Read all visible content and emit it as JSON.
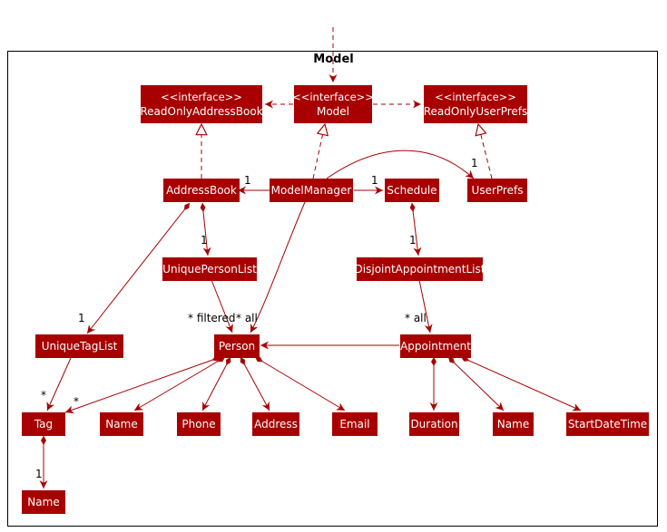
{
  "package": {
    "title": "Model"
  },
  "interfaces": {
    "read_only_address_book": {
      "stereotype": "<<interface>>",
      "name": "ReadOnlyAddressBook"
    },
    "model": {
      "stereotype": "<<interface>>",
      "name": "Model"
    },
    "read_only_user_prefs": {
      "stereotype": "<<interface>>",
      "name": "ReadOnlyUserPrefs"
    }
  },
  "classes": {
    "address_book": "AddressBook",
    "model_manager": "ModelManager",
    "schedule": "Schedule",
    "user_prefs": "UserPrefs",
    "unique_person_list": "UniquePersonList",
    "disjoint_appointment_list": "DisjointAppointmentList",
    "unique_tag_list": "UniqueTagList",
    "person": "Person",
    "appointment": "Appointment",
    "tag": "Tag",
    "person_name": "Name",
    "phone": "Phone",
    "address": "Address",
    "email": "Email",
    "duration": "Duration",
    "appointment_name": "Name",
    "start_date_time": "StartDateTime",
    "tag_name": "Name"
  },
  "multiplicities": {
    "mm_address_book": "1",
    "mm_schedule": "1",
    "mm_user_prefs": "1",
    "ab_unique_person_list": "1",
    "schedule_disjoint_list": "1",
    "ab_unique_tag_list": "1",
    "person_filtered": "* filtered",
    "person_all": "* all",
    "appointment_all": "* all",
    "tag_from_list": "*",
    "tag_from_person": "*",
    "tag_name": "1"
  },
  "colors": {
    "box_fill": "#A80000",
    "box_text": "#FFFFFF",
    "line": "#A80000",
    "border": "#000000"
  }
}
